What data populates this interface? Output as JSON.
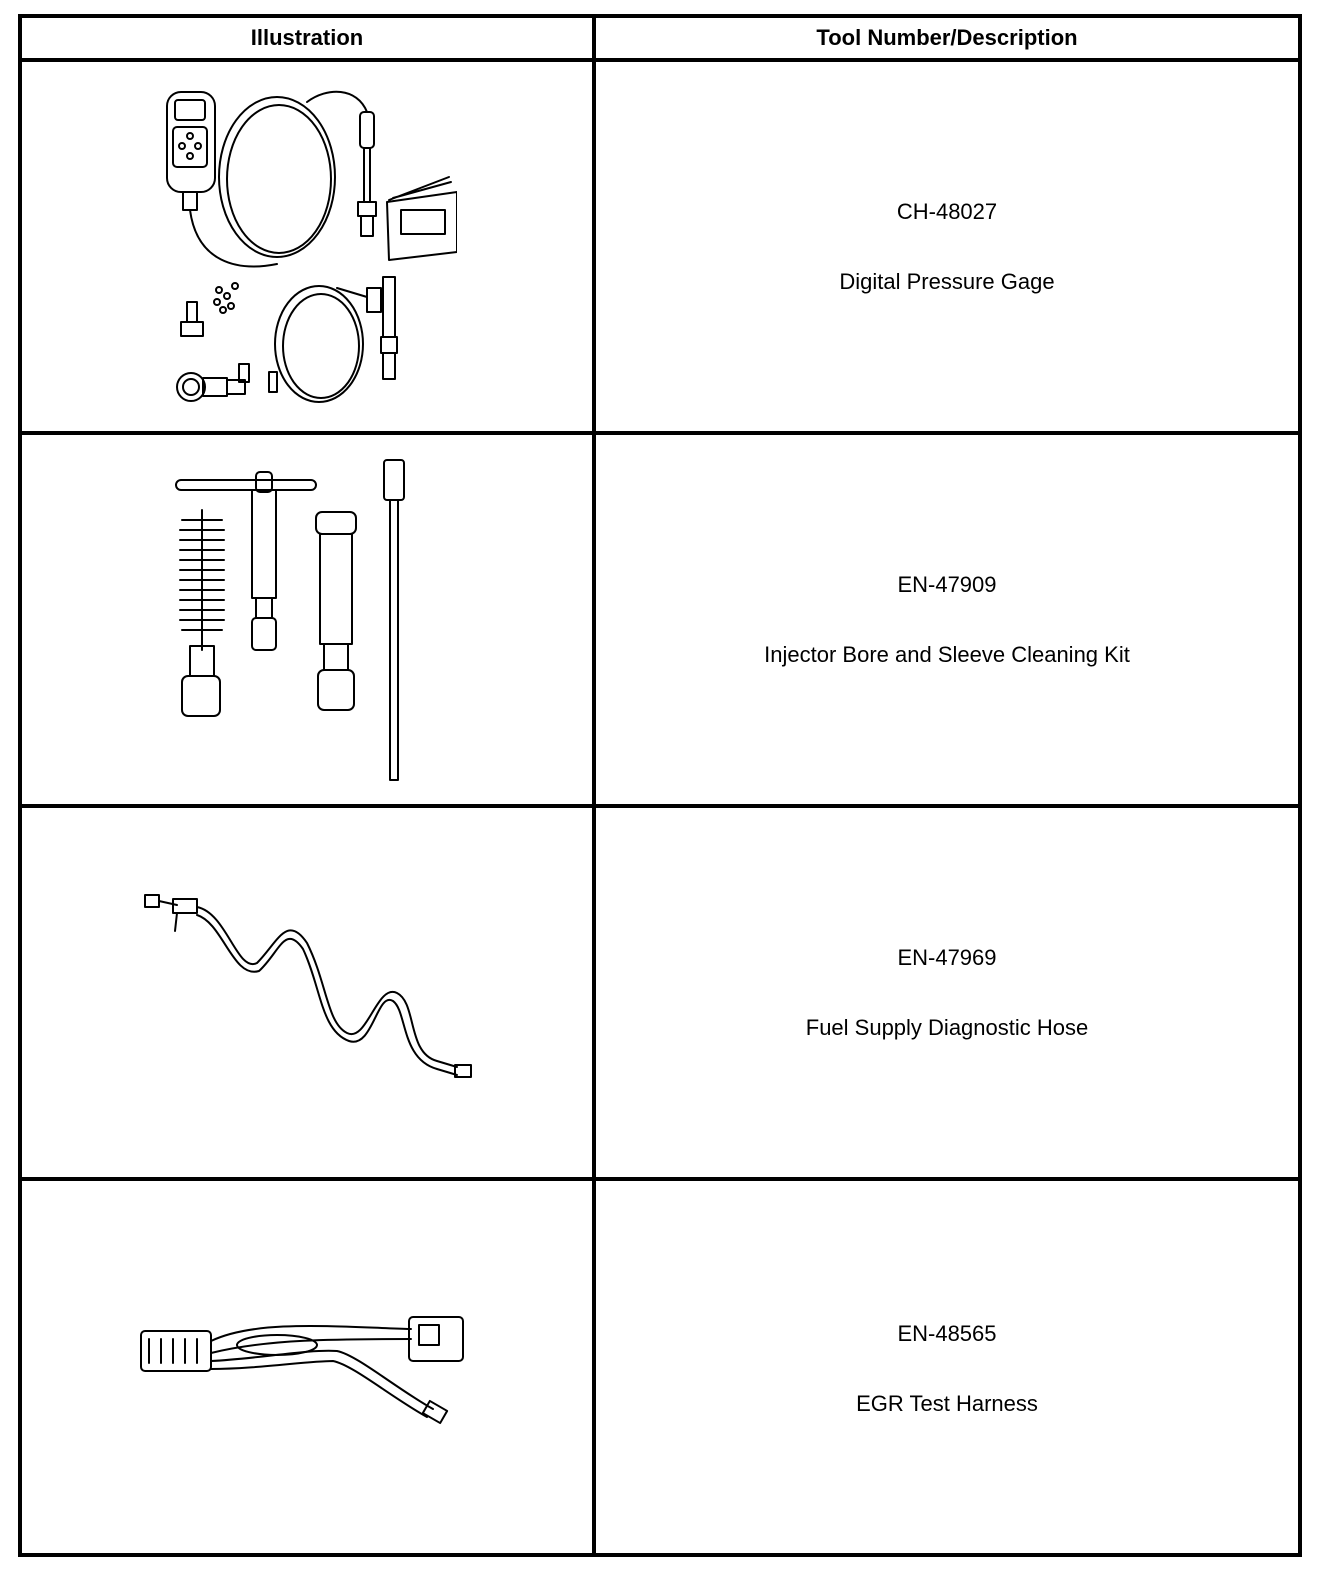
{
  "table": {
    "headers": {
      "illustration": "Illustration",
      "tool": "Tool Number/Description"
    },
    "rows": [
      {
        "tool_number": "CH-48027",
        "description": "Digital Pressure Gage",
        "illustration_icon": "digital-pressure-gage-icon"
      },
      {
        "tool_number": "EN-47909",
        "description": "Injector Bore and Sleeve Cleaning Kit",
        "illustration_icon": "injector-cleaning-kit-icon"
      },
      {
        "tool_number": "EN-47969",
        "description": "Fuel Supply Diagnostic Hose",
        "illustration_icon": "fuel-hose-icon"
      },
      {
        "tool_number": "EN-48565",
        "description": "EGR Test Harness",
        "illustration_icon": "egr-harness-icon"
      }
    ]
  }
}
